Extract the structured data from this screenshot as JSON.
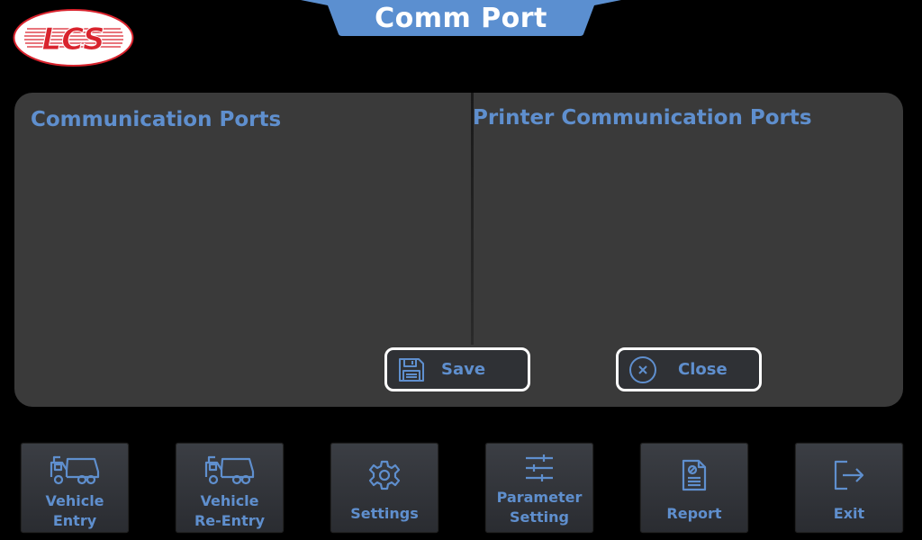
{
  "header": {
    "title": "Comm Port"
  },
  "logo": {
    "text": "LCS"
  },
  "panels": {
    "left_heading": "Communication Ports",
    "right_heading": "Printer Communication Ports"
  },
  "actions": {
    "save_label": "Save",
    "close_label": "Close"
  },
  "nav": [
    {
      "label_line1": "Vehicle",
      "label_line2": "Entry",
      "icon": "truck-icon"
    },
    {
      "label_line1": "Vehicle",
      "label_line2": "Re-Entry",
      "icon": "truck-icon"
    },
    {
      "label": "Settings",
      "icon": "gear-icon"
    },
    {
      "label_line1": "Parameter",
      "label_line2": "Setting",
      "icon": "sliders-icon"
    },
    {
      "label": "Report",
      "icon": "report-icon"
    },
    {
      "label": "Exit",
      "icon": "exit-icon"
    }
  ],
  "colors": {
    "accent": "#5f8fce",
    "panel_bg": "#3a3a3a",
    "background": "#000000",
    "logo_red": "#d9232d"
  }
}
